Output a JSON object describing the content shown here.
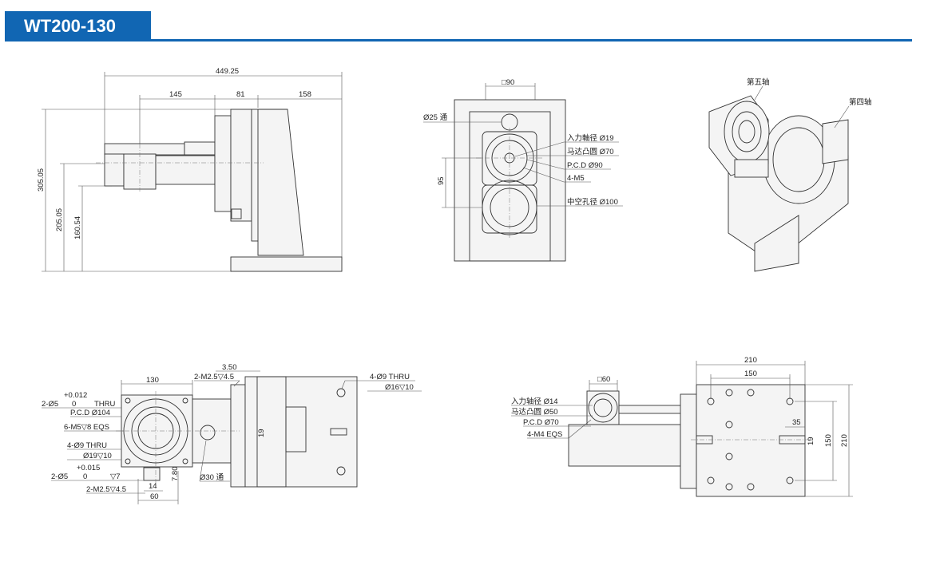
{
  "header": {
    "title": "WT200-130",
    "color": "#1166b3"
  },
  "side_view": {
    "dims": {
      "overall_width": "449.25",
      "seg1": "145",
      "seg2": "81",
      "seg3": "158",
      "h1": "305.05",
      "h2": "205.05",
      "h3": "160.54"
    }
  },
  "front_view": {
    "dims": {
      "sq": "□90",
      "hole": "Ø25 通",
      "offset": "95"
    },
    "callouts": {
      "input_shaft": "入力軸径 Ø19",
      "motor_boss": "马达凸圆 Ø70",
      "pcd": "P.C.D Ø90",
      "screws": "4-M5",
      "hollow": "中空孔径 Ø100"
    }
  },
  "iso_view": {
    "axis5": "第五轴",
    "axis4": "第四轴"
  },
  "bottom_left_view": {
    "dims": {
      "width": "130",
      "d350": "3.50",
      "d19": "19",
      "d780": "7.80",
      "d14": "14",
      "d60": "60"
    },
    "callouts": {
      "pin1": "2-Ø5",
      "pin1_tol": "+0.012",
      "pin1_tol2": "0",
      "pin1_thru": "THRU",
      "pcd": "P.C.D Ø104",
      "m5": "6-M5▽8 EQS",
      "holes9": "4-Ø9 THRU",
      "cb19": "Ø19▽10",
      "pin2": "2-Ø5",
      "pin2_tol": "+0.015",
      "pin2_tol2": "0",
      "pin2_depth": "▽7",
      "m25b": "2-M2.5▽4.5",
      "m25t": "2-M2.5▽4.5",
      "thru30": "Ø30 通",
      "right_holes": "4-Ø9 THRU",
      "right_cb": "Ø16▽10"
    }
  },
  "bottom_right_view": {
    "dims": {
      "sq": "□60",
      "w210": "210",
      "w150": "150",
      "d35": "35",
      "d19": "19",
      "h150": "150",
      "h210": "210"
    },
    "callouts": {
      "input_shaft": "入力轴径 Ø14",
      "motor_boss": "马达凸圆 Ø50",
      "pcd": "P.C.D Ø70",
      "screws": "4-M4 EQS"
    }
  }
}
